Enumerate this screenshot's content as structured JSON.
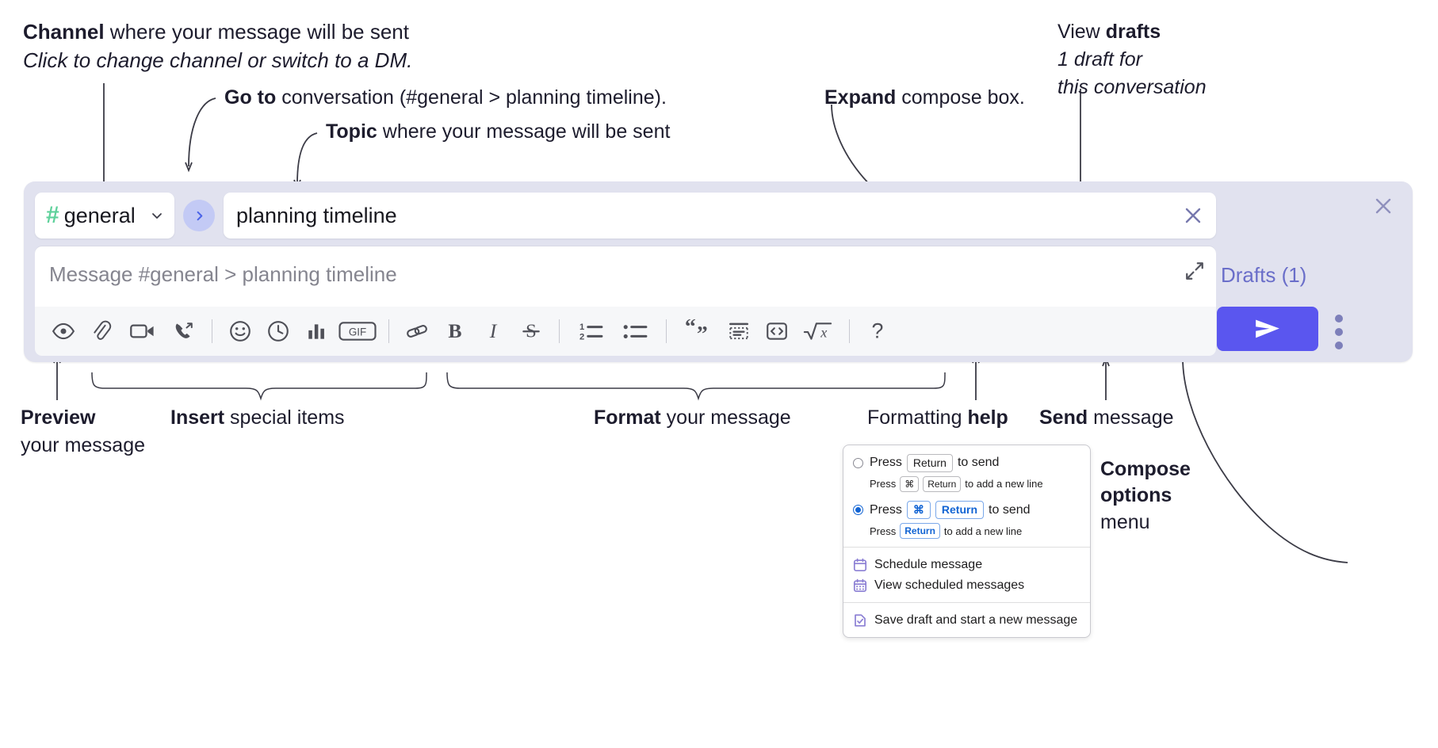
{
  "annotations": {
    "channel": {
      "bold": "Channel",
      "rest": " where your message will be sent",
      "sub": "Click to change channel or switch to a DM."
    },
    "goto": {
      "bold": "Go to",
      "rest": " conversation (#general > planning timeline)."
    },
    "topic": {
      "bold": "Topic",
      "rest": " where your message will be sent"
    },
    "expand": {
      "bold": "Expand",
      "rest": " compose box."
    },
    "drafts": {
      "pre": "View ",
      "bold": "drafts",
      "sub1": "1 draft for",
      "sub2": "this conversation"
    },
    "preview": {
      "bold": "Preview",
      "sub": "your message"
    },
    "insert": {
      "bold": "Insert",
      "rest": " special items"
    },
    "format": {
      "bold": "Format",
      "rest": " your message"
    },
    "help": {
      "pre": "Formatting ",
      "bold": "help"
    },
    "send": {
      "bold": "Send",
      "rest": " message"
    },
    "compose_options": {
      "bold1": "Compose",
      "bold2": "options",
      "rest": "menu"
    }
  },
  "compose": {
    "channel": {
      "hash": "#",
      "name": "general",
      "chevron_icon": "chevron-down-icon"
    },
    "goto_icon": "chevron-right-icon",
    "topic": {
      "value": "planning timeline",
      "clear_icon": "close-icon"
    },
    "message": {
      "placeholder": "Message #general > planning timeline",
      "expand_icon": "expand-icon"
    },
    "close_icon": "close-icon",
    "drafts_label": "Drafts (1)",
    "send_icon": "send-paper-plane-icon",
    "options_icon": "kebab-menu-icon",
    "toolbar": [
      {
        "name": "preview-icon",
        "label": "Preview"
      },
      {
        "name": "attachment-icon",
        "label": "Attach file"
      },
      {
        "name": "video-camera-icon",
        "label": "Video clip"
      },
      {
        "name": "phone-call-icon",
        "label": "Huddle"
      },
      {
        "name": "separator",
        "label": ""
      },
      {
        "name": "emoji-icon",
        "label": "Emoji"
      },
      {
        "name": "clock-icon",
        "label": "Schedule"
      },
      {
        "name": "bar-chart-icon",
        "label": "Poll"
      },
      {
        "name": "gif-icon",
        "label": "GIF"
      },
      {
        "name": "separator",
        "label": ""
      },
      {
        "name": "link-icon",
        "label": "Link"
      },
      {
        "name": "bold-icon",
        "label": "Bold"
      },
      {
        "name": "italic-icon",
        "label": "Italic"
      },
      {
        "name": "strikethrough-icon",
        "label": "Strikethrough"
      },
      {
        "name": "separator",
        "label": ""
      },
      {
        "name": "ordered-list-icon",
        "label": "Ordered list"
      },
      {
        "name": "bulleted-list-icon",
        "label": "Bulleted list"
      },
      {
        "name": "separator",
        "label": ""
      },
      {
        "name": "blockquote-icon",
        "label": "Blockquote"
      },
      {
        "name": "code-block-icon",
        "label": "Code block"
      },
      {
        "name": "inline-code-icon",
        "label": "Inline code"
      },
      {
        "name": "math-icon",
        "label": "Math"
      },
      {
        "name": "separator",
        "label": ""
      },
      {
        "name": "help-question-icon",
        "label": "Formatting help"
      }
    ]
  },
  "menu": {
    "option1": {
      "selected": false,
      "pre": "Press",
      "key": "Return",
      "post": "to send",
      "sub_pre": "Press",
      "sub_key1": "⌘",
      "sub_key2": "Return",
      "sub_post": "to add a new line"
    },
    "option2": {
      "selected": true,
      "pre": "Press",
      "key1": "⌘",
      "key2": "Return",
      "post": "to send",
      "sub_pre": "Press",
      "sub_key": "Return",
      "sub_post": "to add a new line"
    },
    "items": [
      {
        "icon": "calendar-icon",
        "label": "Schedule message"
      },
      {
        "icon": "calendar-grid-icon",
        "label": "View scheduled messages"
      },
      {
        "icon": "draft-check-icon",
        "label": "Save draft and start a new message"
      }
    ]
  },
  "colors": {
    "panel_bg": "#e1e2ef",
    "send_purple": "#5a56ef",
    "drafts_text": "#6a6ec9",
    "hash_green": "#5fd19b",
    "goto_circle": "#c3caf5",
    "toolbar_bg": "#f6f7f9",
    "ink": "#1d1c2d",
    "kbd_blue": "#1264d3"
  }
}
